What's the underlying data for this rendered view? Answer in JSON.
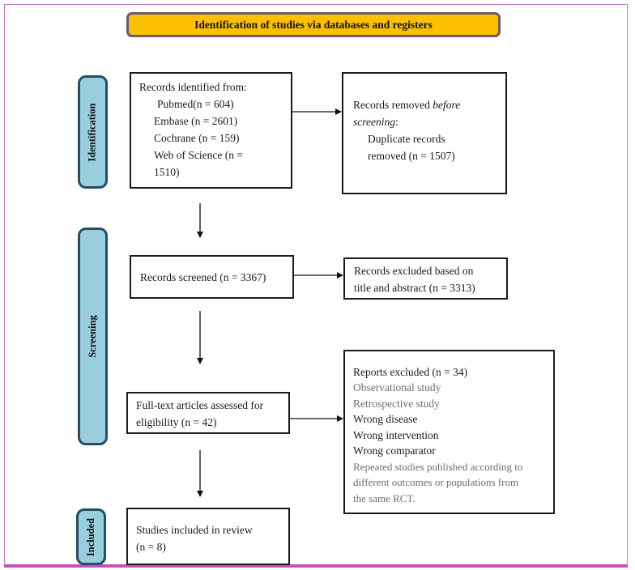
{
  "header": {
    "title": "Identification of studies via databases and registers"
  },
  "phases": {
    "identification": "Identification",
    "screening": "Screening",
    "included": "Included"
  },
  "boxes": {
    "records_identified": {
      "title": "Records identified from:",
      "sources": [
        "Pubmed(n = 604)",
        "Embase (n = 2601)",
        "Cochrane (n = 159)",
        "Web of Science (n =",
        "1510)"
      ]
    },
    "records_removed": {
      "prefix": "Records removed ",
      "prefix_italic": "before",
      "line2_italic": "screening",
      "line2_colon": ":",
      "lines": [
        "Duplicate records",
        "removed (n = 1507)"
      ]
    },
    "records_screened": {
      "text": "Records screened (n = 3367)"
    },
    "records_excluded": {
      "lines": [
        "Records excluded based on",
        "title and abstract (n = 3313)"
      ]
    },
    "fulltext_assessed": {
      "lines": [
        "Full-text articles assessed for",
        "eligibility (n = 42)"
      ]
    },
    "reports_excluded": {
      "title": "Reports excluded (n = 34)",
      "reasons": [
        "Observational study",
        "Retrospective study",
        "Wrong disease",
        "Wrong intervention",
        "Wrong comparator"
      ],
      "note_lines": [
        "Repeated studies published according to",
        "different outcomes or populations from",
        "the same RCT."
      ]
    },
    "studies_included": {
      "lines": [
        "Studies included in review",
        "(n = 8)"
      ]
    }
  },
  "colors": {
    "header_fill": "#fdc000",
    "phase_fill": "#99cfdd",
    "phase_border": "#234e63",
    "frame": "#c978c9",
    "bottom_bar": "#c64fc2"
  }
}
